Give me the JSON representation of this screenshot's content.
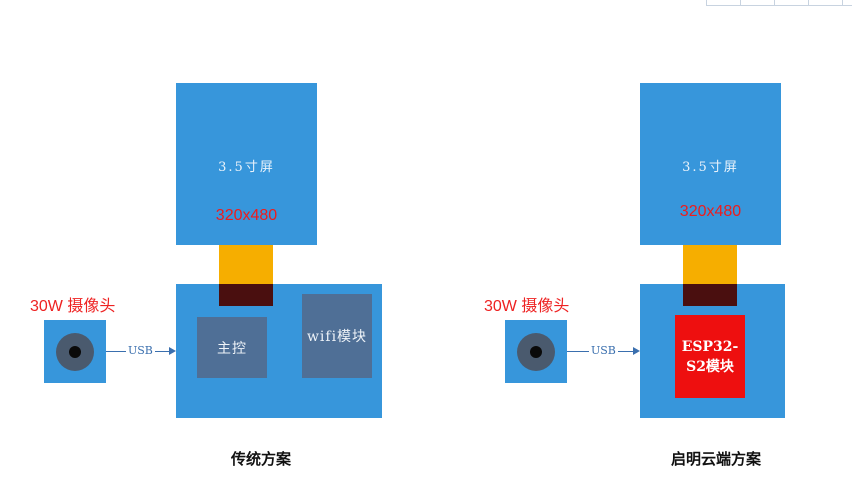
{
  "left": {
    "screen_title": "3.5寸屏",
    "screen_resolution": "320x480",
    "camera_label": "30W 摄像头",
    "usb_label": "USB",
    "mcu_label": "主控",
    "wifi_label": "wifi模块",
    "caption": "传统方案"
  },
  "right": {
    "screen_title": "3.5寸屏",
    "screen_resolution": "320x480",
    "camera_label": "30W 摄像头",
    "usb_label": "USB",
    "esp_label": "ESP32-S2模块",
    "caption": "启明云端方案"
  },
  "colors": {
    "block_blue": "#3796db",
    "cable_orange": "#f6ae00",
    "connector_dark": "#4a0f0f",
    "chip_gray": "#4f6f96",
    "esp_red": "#ee0f0f",
    "label_red": "#ee1c1c"
  }
}
